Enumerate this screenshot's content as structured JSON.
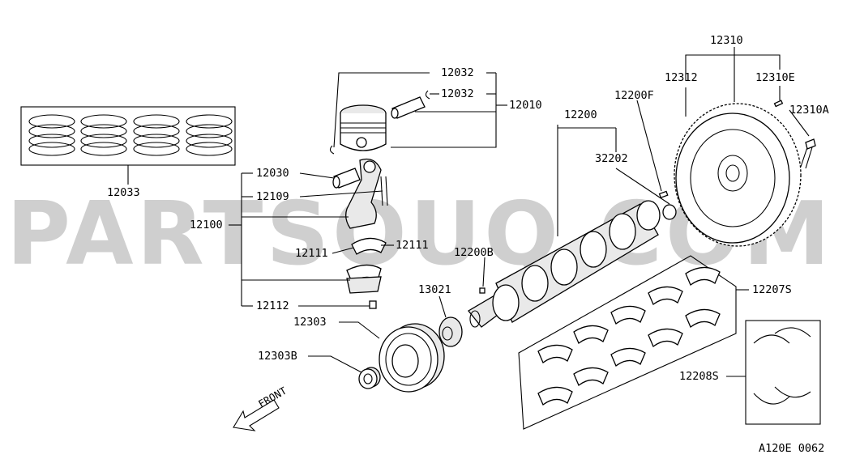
{
  "watermark": "PARTSOUQ.COM",
  "diagram_code": "A120E 0062",
  "front_label": "FRONT",
  "labels": {
    "p12033": "12033",
    "p12032a": "12032",
    "p12032b": "12032",
    "p12010": "12010",
    "p12030": "12030",
    "p12109": "12109",
    "p12100": "12100",
    "p12111a": "12111",
    "p12111b": "12111",
    "p12112": "12112",
    "p12303": "12303",
    "p12303B": "12303B",
    "p13021": "13021",
    "p12200": "12200",
    "p12200F": "12200F",
    "p32202": "32202",
    "p12200B": "12200B",
    "p12310": "12310",
    "p12312": "12312",
    "p12310E": "12310E",
    "p12310A": "12310A",
    "p12207S": "12207S",
    "p12208S": "12208S"
  }
}
